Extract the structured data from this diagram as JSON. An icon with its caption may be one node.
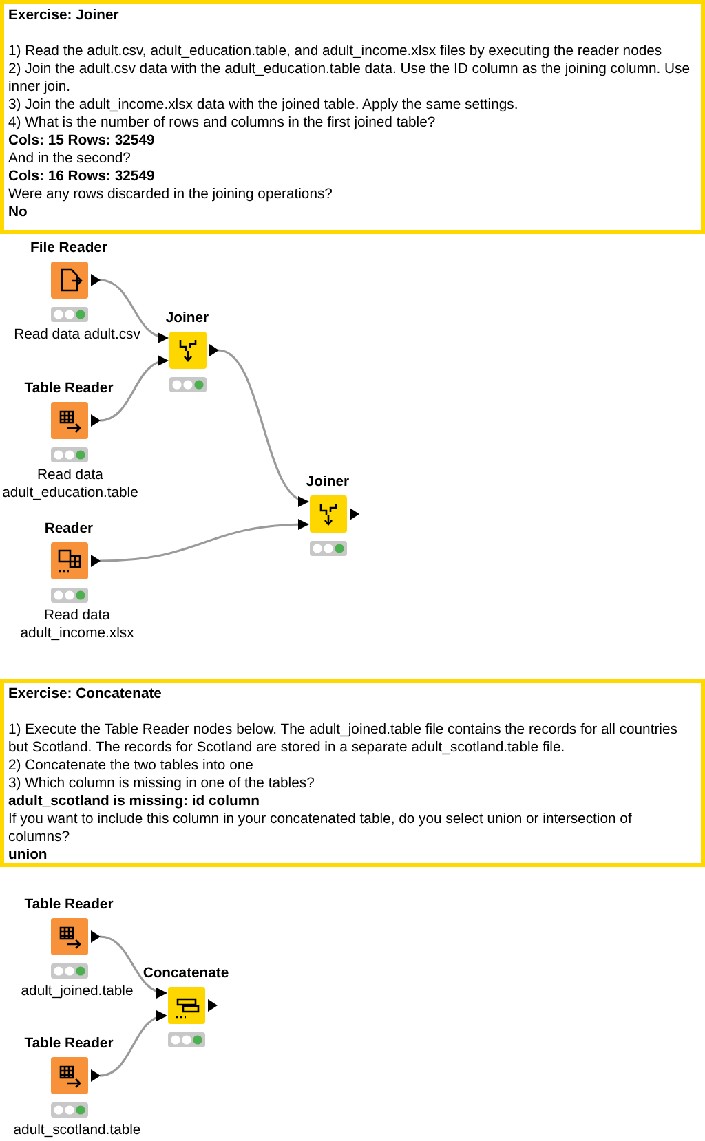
{
  "diagram": {
    "nodes": [
      {
        "text": [
          "Exercise: Joiner",
          "1) Read the adult.csv, adult_education.table, and adult_income.xlsx files by executing the reader nodes",
          "2) Join the adult.csv data with the adult_education.table data. Use the ID column as the joining column. Use inner join.",
          "3) Join the adult_income.xlsx data with the joined table. Apply the same settings.",
          "4) What is the number of rows and columns in the first joined table?",
          "Cols: 15 Rows: 32549",
          "And in the second?",
          "Cols: 16 Rows: 32549",
          "Were any rows discarded in the joining operations?",
          "No"
        ]
      },
      {
        "text": [
          "File Reader",
          "Read data adult.csv"
        ]
      },
      {
        "text": [
          "Joiner"
        ]
      },
      {
        "text": [
          "Table Reader",
          "Read data adult_education.table"
        ]
      },
      {
        "text": [
          "Joiner"
        ]
      },
      {
        "text": [
          "Reader",
          "Read data adult_income.xlsx"
        ]
      },
      {
        "text": [
          "Exercise: Concatenate",
          "1) Execute the Table Reader nodes below. The adult_joined.table file contains the records for all countries but Scotland. The records for Scotland are stored in a separate adult_scotland.table file.",
          "2) Concatenate the two tables into one",
          "3) Which column is missing in one of the tables?",
          "adult_scotland is missing: id column",
          "If you want to include this column in your concatenated table, do you select union or intersection of columns?",
          "union"
        ]
      },
      {
        "text": [
          "Table Reader",
          "adult_joined.table"
        ]
      },
      {
        "text": [
          "Concatenate"
        ]
      },
      {
        "text": [
          "Table Reader",
          "adult_scotland.table"
        ]
      }
    ],
    "edges": [
      {
        "from": 1,
        "to": 2,
        "arrow": "to"
      },
      {
        "from": 3,
        "to": 2,
        "arrow": "to"
      },
      {
        "from": 2,
        "to": 4,
        "arrow": "to"
      },
      {
        "from": 5,
        "to": 4,
        "arrow": "to"
      },
      {
        "from": 7,
        "to": 8,
        "arrow": "to"
      },
      {
        "from": 9,
        "to": 8,
        "arrow": "to"
      }
    ]
  }
}
